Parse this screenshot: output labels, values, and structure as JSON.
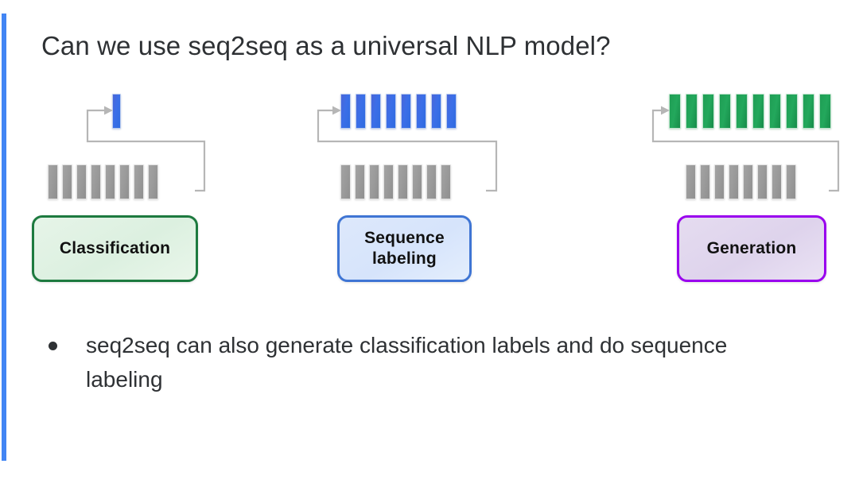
{
  "slide": {
    "title": "Can we use seq2seq as a universal NLP model?",
    "accent_color": "#4285F4",
    "background_color": "#ffffff"
  },
  "diagrams": [
    {
      "id": "classification",
      "label": "Classification",
      "output_bar_count": 1,
      "output_bar_color": "#3b6fe8",
      "input_bar_count": 8,
      "input_bar_color": "#9a9a9a",
      "box_border_color": "#1d7a3f",
      "box_fill_color": "#dcf0e0"
    },
    {
      "id": "sequence-labeling",
      "label": "Sequence labeling",
      "label_line_1": "Sequence",
      "label_line_2": "labeling",
      "output_bar_count": 8,
      "output_bar_color": "#3b6fe8",
      "input_bar_count": 8,
      "input_bar_color": "#9a9a9a",
      "box_border_color": "#3f75d4",
      "box_fill_color": "#d6e4fb"
    },
    {
      "id": "generation",
      "label": "Generation",
      "output_bar_count": 10,
      "output_bar_color": "#23a85c",
      "input_bar_count": 8,
      "input_bar_color": "#9a9a9a",
      "box_border_color": "#9900ee",
      "box_fill_color": "#ded3ec"
    }
  ],
  "bullets": [
    {
      "marker": "bullet-dot",
      "text": "seq2seq can also generate classification labels and do sequence labeling"
    }
  ]
}
